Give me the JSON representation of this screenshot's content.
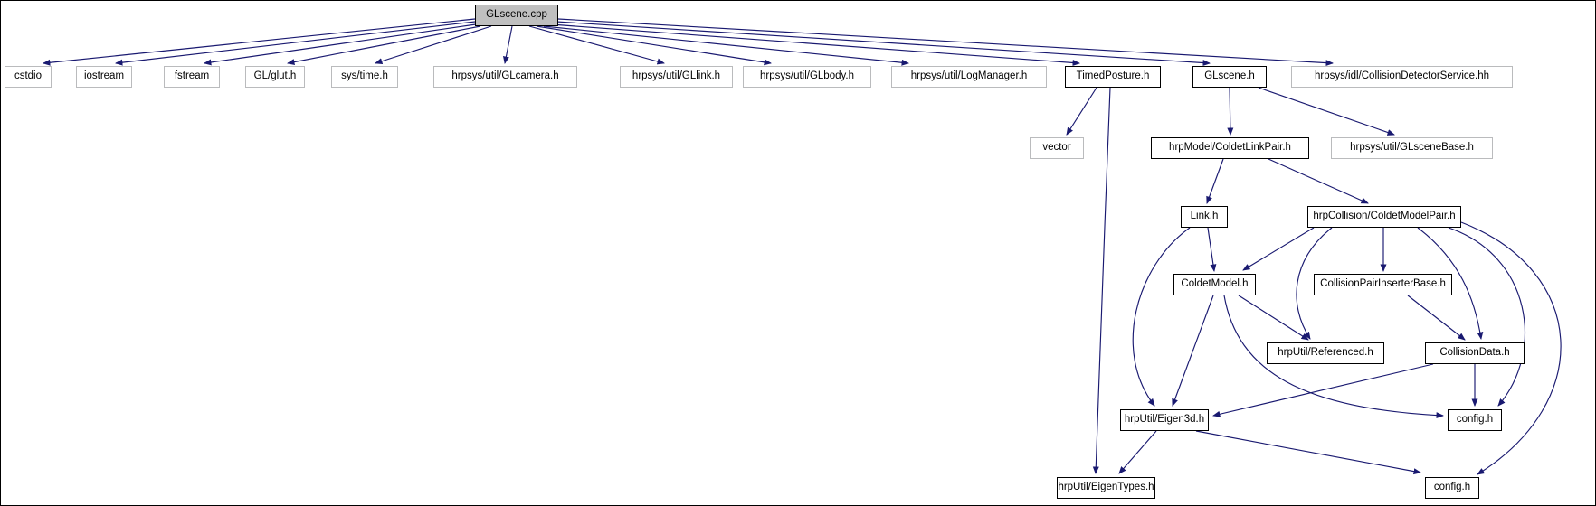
{
  "diagram": {
    "kind": "include-dependency-graph",
    "root": "GLscene.cpp",
    "colors": {
      "edge": "#191970",
      "main_node_fill": "#bfbfbf",
      "linked_node_border": "#000000",
      "external_node_border": "#babbbd",
      "background": "#ffffff"
    },
    "nodes": [
      {
        "id": "glscene_cpp",
        "label": "GLscene.cpp",
        "kind": "main"
      },
      {
        "id": "cstdio",
        "label": "cstdio",
        "kind": "external"
      },
      {
        "id": "iostream",
        "label": "iostream",
        "kind": "external"
      },
      {
        "id": "fstream",
        "label": "fstream",
        "kind": "external"
      },
      {
        "id": "glut",
        "label": "GL/glut.h",
        "kind": "external"
      },
      {
        "id": "systime",
        "label": "sys/time.h",
        "kind": "external"
      },
      {
        "id": "glcamera",
        "label": "hrpsys/util/GLcamera.h",
        "kind": "external"
      },
      {
        "id": "gllink",
        "label": "hrpsys/util/GLlink.h",
        "kind": "external"
      },
      {
        "id": "glbody",
        "label": "hrpsys/util/GLbody.h",
        "kind": "external"
      },
      {
        "id": "logmanager",
        "label": "hrpsys/util/LogManager.h",
        "kind": "external"
      },
      {
        "id": "timedposture",
        "label": "TimedPosture.h",
        "kind": "linked"
      },
      {
        "id": "glscene_h",
        "label": "GLscene.h",
        "kind": "linked"
      },
      {
        "id": "cds",
        "label": "hrpsys/idl/CollisionDetectorService.hh",
        "kind": "external"
      },
      {
        "id": "vector",
        "label": "vector",
        "kind": "external"
      },
      {
        "id": "coldetlinkpair",
        "label": "hrpModel/ColdetLinkPair.h",
        "kind": "linked"
      },
      {
        "id": "glscenebase",
        "label": "hrpsys/util/GLsceneBase.h",
        "kind": "external"
      },
      {
        "id": "link",
        "label": "Link.h",
        "kind": "linked"
      },
      {
        "id": "coldetmodelpair",
        "label": "hrpCollision/ColdetModelPair.h",
        "kind": "linked"
      },
      {
        "id": "coldetmodel",
        "label": "ColdetModel.h",
        "kind": "linked"
      },
      {
        "id": "cpib",
        "label": "CollisionPairInserterBase.h",
        "kind": "linked"
      },
      {
        "id": "referenced",
        "label": "hrpUtil/Referenced.h",
        "kind": "linked"
      },
      {
        "id": "collisiondata",
        "label": "CollisionData.h",
        "kind": "linked"
      },
      {
        "id": "eigen3d",
        "label": "hrpUtil/Eigen3d.h",
        "kind": "linked"
      },
      {
        "id": "config_collision",
        "label": "config.h",
        "kind": "linked"
      },
      {
        "id": "eigentypes",
        "label": "hrpUtil/EigenTypes.h",
        "kind": "linked"
      },
      {
        "id": "config_util",
        "label": "config.h",
        "kind": "linked"
      }
    ],
    "edges": [
      {
        "from": "glscene_cpp",
        "to": "cstdio"
      },
      {
        "from": "glscene_cpp",
        "to": "iostream"
      },
      {
        "from": "glscene_cpp",
        "to": "fstream"
      },
      {
        "from": "glscene_cpp",
        "to": "glut"
      },
      {
        "from": "glscene_cpp",
        "to": "systime"
      },
      {
        "from": "glscene_cpp",
        "to": "glcamera"
      },
      {
        "from": "glscene_cpp",
        "to": "gllink"
      },
      {
        "from": "glscene_cpp",
        "to": "glbody"
      },
      {
        "from": "glscene_cpp",
        "to": "logmanager"
      },
      {
        "from": "glscene_cpp",
        "to": "timedposture"
      },
      {
        "from": "glscene_cpp",
        "to": "glscene_h"
      },
      {
        "from": "glscene_cpp",
        "to": "cds"
      },
      {
        "from": "timedposture",
        "to": "vector"
      },
      {
        "from": "timedposture",
        "to": "eigentypes"
      },
      {
        "from": "glscene_h",
        "to": "coldetlinkpair"
      },
      {
        "from": "glscene_h",
        "to": "glscenebase"
      },
      {
        "from": "coldetlinkpair",
        "to": "link"
      },
      {
        "from": "coldetlinkpair",
        "to": "coldetmodelpair"
      },
      {
        "from": "link",
        "to": "coldetmodel"
      },
      {
        "from": "link",
        "to": "eigen3d"
      },
      {
        "from": "coldetmodelpair",
        "to": "coldetmodel"
      },
      {
        "from": "coldetmodelpair",
        "to": "cpib"
      },
      {
        "from": "coldetmodelpair",
        "to": "referenced"
      },
      {
        "from": "coldetmodelpair",
        "to": "collisiondata"
      },
      {
        "from": "coldetmodelpair",
        "to": "config_collision"
      },
      {
        "from": "coldetmodelpair",
        "to": "config_util"
      },
      {
        "from": "coldetmodel",
        "to": "referenced"
      },
      {
        "from": "coldetmodel",
        "to": "eigen3d"
      },
      {
        "from": "coldetmodel",
        "to": "config_collision"
      },
      {
        "from": "cpib",
        "to": "collisiondata"
      },
      {
        "from": "collisiondata",
        "to": "config_collision"
      },
      {
        "from": "collisiondata",
        "to": "eigen3d"
      },
      {
        "from": "eigen3d",
        "to": "eigentypes"
      },
      {
        "from": "eigen3d",
        "to": "config_util"
      }
    ]
  }
}
